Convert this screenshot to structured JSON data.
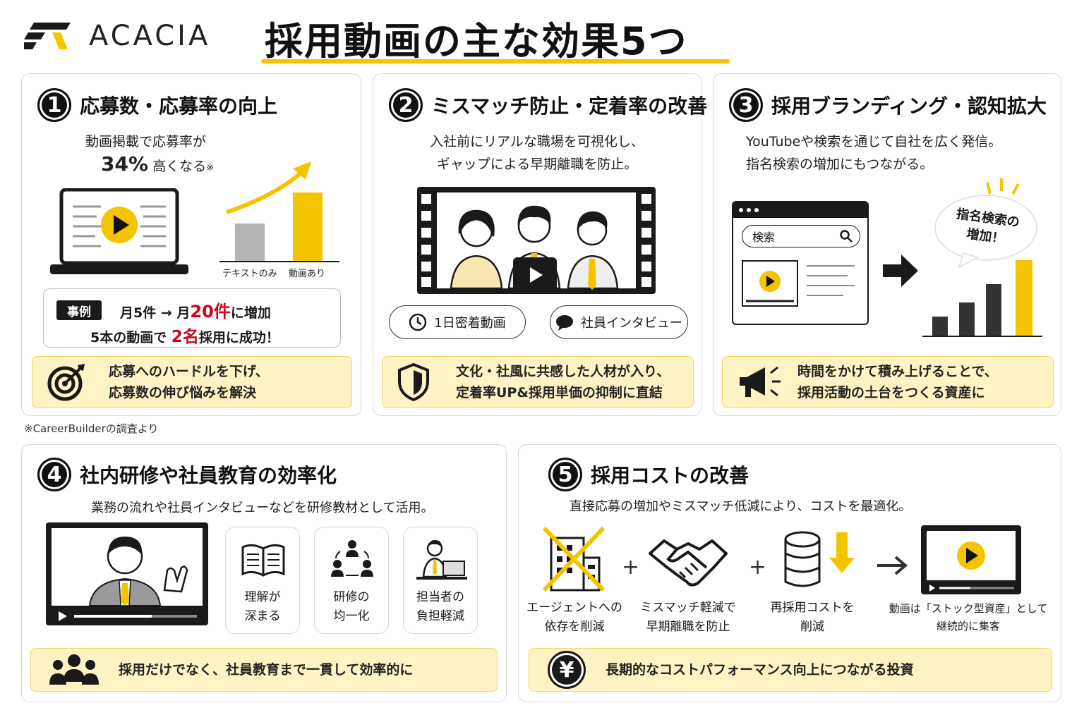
{
  "header": {
    "logo_text": "ACACIA",
    "title": "採用動画の主な効果5つ"
  },
  "colors": {
    "accent": "#f5c400",
    "banner_bg": "#fff3c4",
    "highlight_red": "#d0021b",
    "dark": "#111111"
  },
  "note": "※CareerBuilderの調査より",
  "card1": {
    "number": "1",
    "title": "応募数・応募率の向上",
    "desc_line1": "動画掲載で応募率が",
    "desc_big": "34%",
    "desc_rest": "高くなる",
    "desc_mark": "※",
    "chart_label_a": "テキストのみ",
    "chart_label_b": "動画あり",
    "case_tag": "事例",
    "case_part1": "月",
    "case_before": "5件",
    "case_arrow": "→ 月",
    "case_after": "20件",
    "case_part2": "に増加",
    "case_line2_a": "5本の動画で",
    "case_line2_b": "2名",
    "case_line2_c": "採用に成功！",
    "banner_line1": "応募へのハードルを下げ、",
    "banner_line2": "応募数の伸び悩みを解決"
  },
  "card2": {
    "number": "2",
    "title": "ミスマッチ防止・定着率の改善",
    "desc_line1": "入社前にリアルな職場を可視化し、",
    "desc_line2": "ギャップによる早期離職を防止。",
    "pill1": "1日密着動画",
    "pill2": "社員インタビュー",
    "banner_line1": "文化・社風に共感した人材が入り、",
    "banner_line2": "定着率UP&採用単価の抑制に直結"
  },
  "card3": {
    "number": "3",
    "title": "採用ブランディング・認知拡大",
    "desc_line1": "YouTubeや検索を通じて自社を広く発信。",
    "desc_line2": "指名検索の増加にもつながる。",
    "search_label": "検索",
    "bubble_line1": "指名検索の",
    "bubble_line2": "増加！",
    "banner_line1": "時間をかけて積み上げることで、",
    "banner_line2": "採用活動の土台をつくる資産に"
  },
  "card4": {
    "number": "4",
    "title": "社内研修や社員教育の効率化",
    "desc": "業務の流れや社員インタビューなどを研修教材として活用。",
    "items": [
      "理解が\n深まる",
      "研修の\n均一化",
      "担当者の\n負担軽減"
    ],
    "banner": "採用だけでなく、社員教育まで一貫して効率的に"
  },
  "card5": {
    "number": "5",
    "title": "採用コストの改善",
    "desc": "直接応募の増加やミスマッチ低減により、コストを最適化。",
    "items": [
      "エージェントへの\n依存を削減",
      "ミスマッチ軽減で\n早期離職を防止",
      "再採用コストを\n削減",
      "動画は「ストック型資産」として\n継続的に集客"
    ],
    "plus": "+",
    "yen": "¥",
    "banner": "長期的なコストパフォーマンス向上につながる投資"
  }
}
